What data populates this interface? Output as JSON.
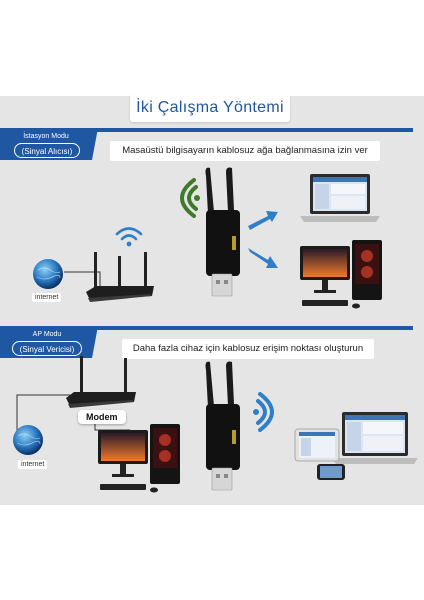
{
  "title": "İki Çalışma Yöntemi",
  "station_mode": {
    "tag": "İstasyon Modu",
    "pill": "(Sinyal Alıcısı)",
    "caption": "Masaüstü bilgisayarın kablosuz ağa bağlanmasına izin ver",
    "globe_label": "internet"
  },
  "ap_mode": {
    "tag": "AP Modu",
    "pill": "(Sinyal Vericisi)",
    "caption": "Daha fazla cihaz için kablosuz erişim noktası oluşturun",
    "globe_label": "internet",
    "modem_label": "Modem"
  },
  "colors": {
    "brand_blue": "#1f57a3",
    "wifi_green": "#3f7a2a",
    "arrow_blue": "#2f7fc8",
    "wifi_blue": "#2f7fc8"
  },
  "icons": [
    "globe-icon",
    "router-icon",
    "usb-adapter-icon",
    "laptop-icon",
    "desktop-pc-icon",
    "wifi-signal-icon",
    "arrow-icon",
    "tablet-icon",
    "phone-icon"
  ]
}
